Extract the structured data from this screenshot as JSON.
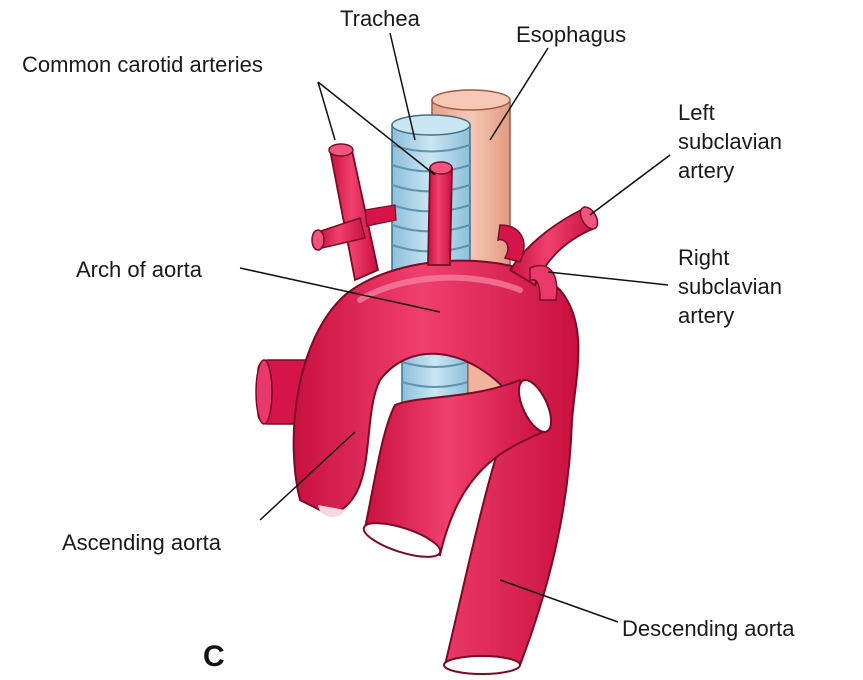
{
  "labels": {
    "trachea": "Trachea",
    "esophagus": "Esophagus",
    "common_carotid": "Common carotid arteries",
    "left_subclavian": [
      "Left",
      "subclavian",
      "artery"
    ],
    "arch_of_aorta": "Arch of aorta",
    "right_subclavian": [
      "Right",
      "subclavian",
      "artery"
    ],
    "ascending_aorta": "Ascending aorta",
    "descending_aorta": "Descending aorta"
  },
  "panel_letter": "C",
  "colors": {
    "artery": "#e3174c",
    "artery_dark": "#b80f3a",
    "artery_light": "#f0557e",
    "trachea": "#a9d3e8",
    "trachea_ring": "#7fb4cf",
    "esophagus": "#f2b39d",
    "esophagus_dark": "#d99077"
  }
}
